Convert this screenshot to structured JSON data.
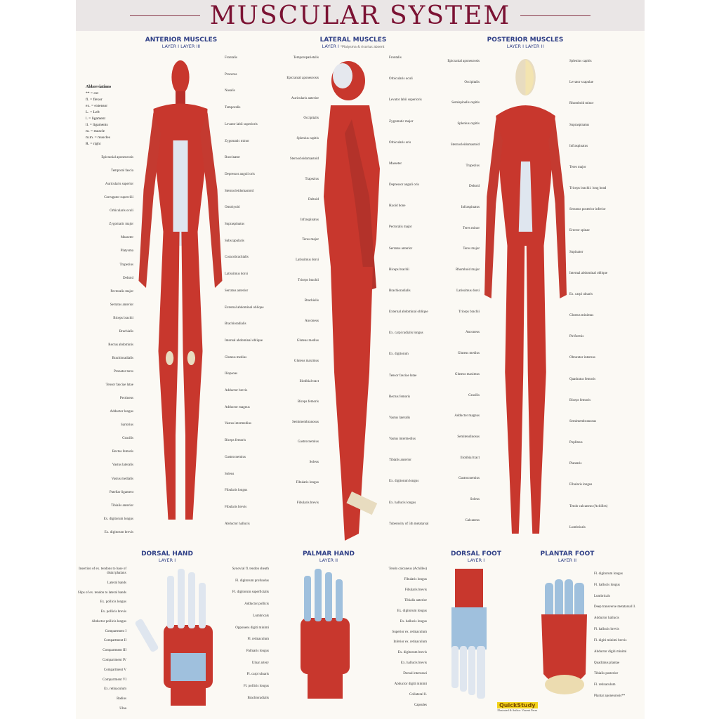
{
  "title": "MUSCULAR SYSTEM",
  "sections": {
    "anterior": {
      "heading": "ANTERIOR MUSCLES",
      "sub": "LAYER I   LAYER III"
    },
    "lateral": {
      "heading": "LATERAL MUSCLES",
      "sub": "LAYER I",
      "note": "*Platysma & risorius absent"
    },
    "posterior": {
      "heading": "POSTERIOR MUSCLES",
      "sub": "LAYER I   LAYER II"
    },
    "dorsal_hand": {
      "heading": "DORSAL HAND",
      "sub": "LAYER I"
    },
    "palmar_hand": {
      "heading": "PALMAR HAND",
      "sub": "LAYER II"
    },
    "dorsal_foot": {
      "heading": "DORSAL FOOT",
      "sub": "LAYER I"
    },
    "plantar_foot": {
      "heading": "PLANTAR FOOT",
      "sub": "LAYER II"
    }
  },
  "abbreviations": {
    "heading": "Abbreviations",
    "items": [
      "** = cut",
      "fl. = flexor",
      "ex. = extensor",
      "L. = Left",
      "l. = ligament",
      "ll. = ligaments",
      "m. = muscle",
      "m.m. = muscles",
      "R. = right"
    ]
  },
  "anterior_labels_left": [
    "Epicranial aponeurosis",
    "Temporal fascia",
    "Auricularis superior",
    "Corrugator supercilii",
    "Orbicularis oculi",
    "Zygomatic major",
    "Masseter",
    "Platysma",
    "Trapezius",
    "Deltoid",
    "Pectoralis major",
    "Serratus anterior",
    "Biceps brachii",
    "Brachialis",
    "Rectus abdominis",
    "Brachioradialis",
    "Pronator teres",
    "Tensor fasciae latae",
    "Pectineus",
    "Adductor longus",
    "Sartorius",
    "Gracilis",
    "Rectus femoris",
    "Vastus lateralis",
    "Vastus medialis",
    "Patellar ligament",
    "Tibialis anterior",
    "Ex. digitorum longus",
    "Ex. digitorum brevis"
  ],
  "anterior_labels_right": [
    "Frontalis",
    "Procerus",
    "Nasalis",
    "Temporalis",
    "Levator labii superioris",
    "Zygomatic minor",
    "Buccinator",
    "Depressor anguli oris",
    "Sternocleidomastoid",
    "Omohyoid",
    "Supraspinatus",
    "Subscapularis",
    "Coracobrachialis",
    "Latissimus dorsi",
    "Serratus anterior",
    "External abdominal oblique",
    "Brachioradialis",
    "Internal abdominal oblique",
    "Gluteus medius",
    "Iliopsoas",
    "Adductor brevis",
    "Adductor magnus",
    "Vastus intermedius",
    "Biceps femoris",
    "Gastrocnemius",
    "Soleus",
    "Fibularis longus",
    "Fibularis brevis",
    "Abductor hallucis"
  ],
  "lateral_labels_left": [
    "Temporoparietalis",
    "Epicranial aponeurosis",
    "Auricularis anterior",
    "Occipitalis",
    "Splenius capitis",
    "Sternocleidomastoid",
    "Trapezius",
    "Deltoid",
    "Infraspinatus",
    "Teres major",
    "Latissimus dorsi",
    "Triceps brachii",
    "Brachialis",
    "Anconeus",
    "Gluteus medius",
    "Gluteus maximus",
    "Iliotibial tract",
    "Biceps femoris",
    "Semimembranosus",
    "Gastrocnemius",
    "Soleus",
    "Fibularis longus",
    "Fibularis brevis"
  ],
  "lateral_labels_right": [
    "Frontalis",
    "Orbicularis oculi",
    "Levator labii superioris",
    "Zygomatic major",
    "Orbicularis oris",
    "Masseter",
    "Depressor anguli oris",
    "Hyoid bone",
    "Pectoralis major",
    "Serratus anterior",
    "Biceps brachii",
    "Brachioradialis",
    "External abdominal oblique",
    "Ex. carpi radialis longus",
    "Ex. digitorum",
    "Tensor fasciae latae",
    "Rectus femoris",
    "Vastus lateralis",
    "Vastus intermedius",
    "Tibialis anterior",
    "Ex. digitorum longus",
    "Ex. hallucis longus",
    "Tuberosity of 5th metatarsal"
  ],
  "posterior_labels_left": [
    "Epicranial aponeurosis",
    "Occipitalis",
    "Semispinalis capitis",
    "Splenius capitis",
    "Sternocleidomastoid",
    "Trapezius",
    "Deltoid",
    "Infraspinatus",
    "Teres minor",
    "Teres major",
    "Rhomboid major",
    "Latissimus dorsi",
    "Triceps brachii",
    "Anconeus",
    "Gluteus medius",
    "Gluteus maximus",
    "Gracilis",
    "Adductor magnus",
    "Semitendinosus",
    "Iliotibial tract",
    "Gastrocnemius",
    "Soleus",
    "Calcaneus"
  ],
  "posterior_labels_right": [
    "Splenius capitis",
    "Levator scapulae",
    "Rhomboid minor",
    "Supraspinatus",
    "Infraspinatus",
    "Teres major",
    "Triceps brachii: long head",
    "Serratus posterior inferior",
    "Erector spinae",
    "Supinator",
    "Internal abdominal oblique",
    "Ex. carpi ulnaris",
    "Gluteus minimus",
    "Piriformis",
    "Obturator internus",
    "Quadratus femoris",
    "Biceps femoris",
    "Semimembranosus",
    "Popliteus",
    "Plantaris",
    "Fibularis longus",
    "Tendo calcaneus (Achilles)",
    "Lumbricals"
  ],
  "dorsal_hand_labels": [
    "Insertion of ex. tendons to base of distal phalanx",
    "Lateral bands",
    "Slips of ex. tendon to lateral bands",
    "Ex. pollicis longus",
    "Ex. pollicis brevis",
    "Abductor pollicis longus",
    "Compartment I",
    "Compartment II",
    "Compartment III",
    "Compartment IV",
    "Compartment V",
    "Compartment VI",
    "Ex. retinaculum",
    "Radius",
    "Ulna"
  ],
  "palmar_hand_labels": [
    "Synovial fl. tendon sheath",
    "Fl. digitorum profundus",
    "Fl. digitorum superficialis",
    "Adductor pollicis",
    "Lumbricals",
    "Opponens digiti minimi",
    "Fl. retinaculum",
    "Palmaris longus",
    "Ulnar artery",
    "Fl. carpi ulnaris",
    "Fl. pollicis longus",
    "Brachioradialis"
  ],
  "dorsal_foot_labels": [
    "Tendo calcaneus (Achilles)",
    "Fibularis longus",
    "Fibularis brevis",
    "Tibialis anterior",
    "Ex. digitorum longus",
    "Ex. hallucis longus",
    "Superior ex. retinaculum",
    "Inferior ex. retinaculum",
    "Ex. digitorum brevis",
    "Ex. hallucis brevis",
    "Dorsal interossei",
    "Abductor digiti minimi",
    "Collateral ll.",
    "Capsules"
  ],
  "plantar_foot_labels": [
    "Fl. digitorum longus",
    "Fl. hallucis longus",
    "Lumbricals",
    "Deep transverse metatarsal ll.",
    "Adductor hallucis",
    "Fl. hallucis brevis",
    "Fl. digiti minimi brevis",
    "Abductor digiti minimi",
    "Quadratus plantae",
    "Tibialis posterior",
    "Fl. retinaculum",
    "Plantar aponeurosis**"
  ],
  "logo": {
    "text": "QuickStudy",
    "credit": "Illustrated & Author: Vincent Perez"
  },
  "colors": {
    "title": "#7b1233",
    "heading": "#2f3f86",
    "muscle": "#c8372d",
    "tendon": "#e8dcc0",
    "fascia": "#b9c9dd"
  }
}
